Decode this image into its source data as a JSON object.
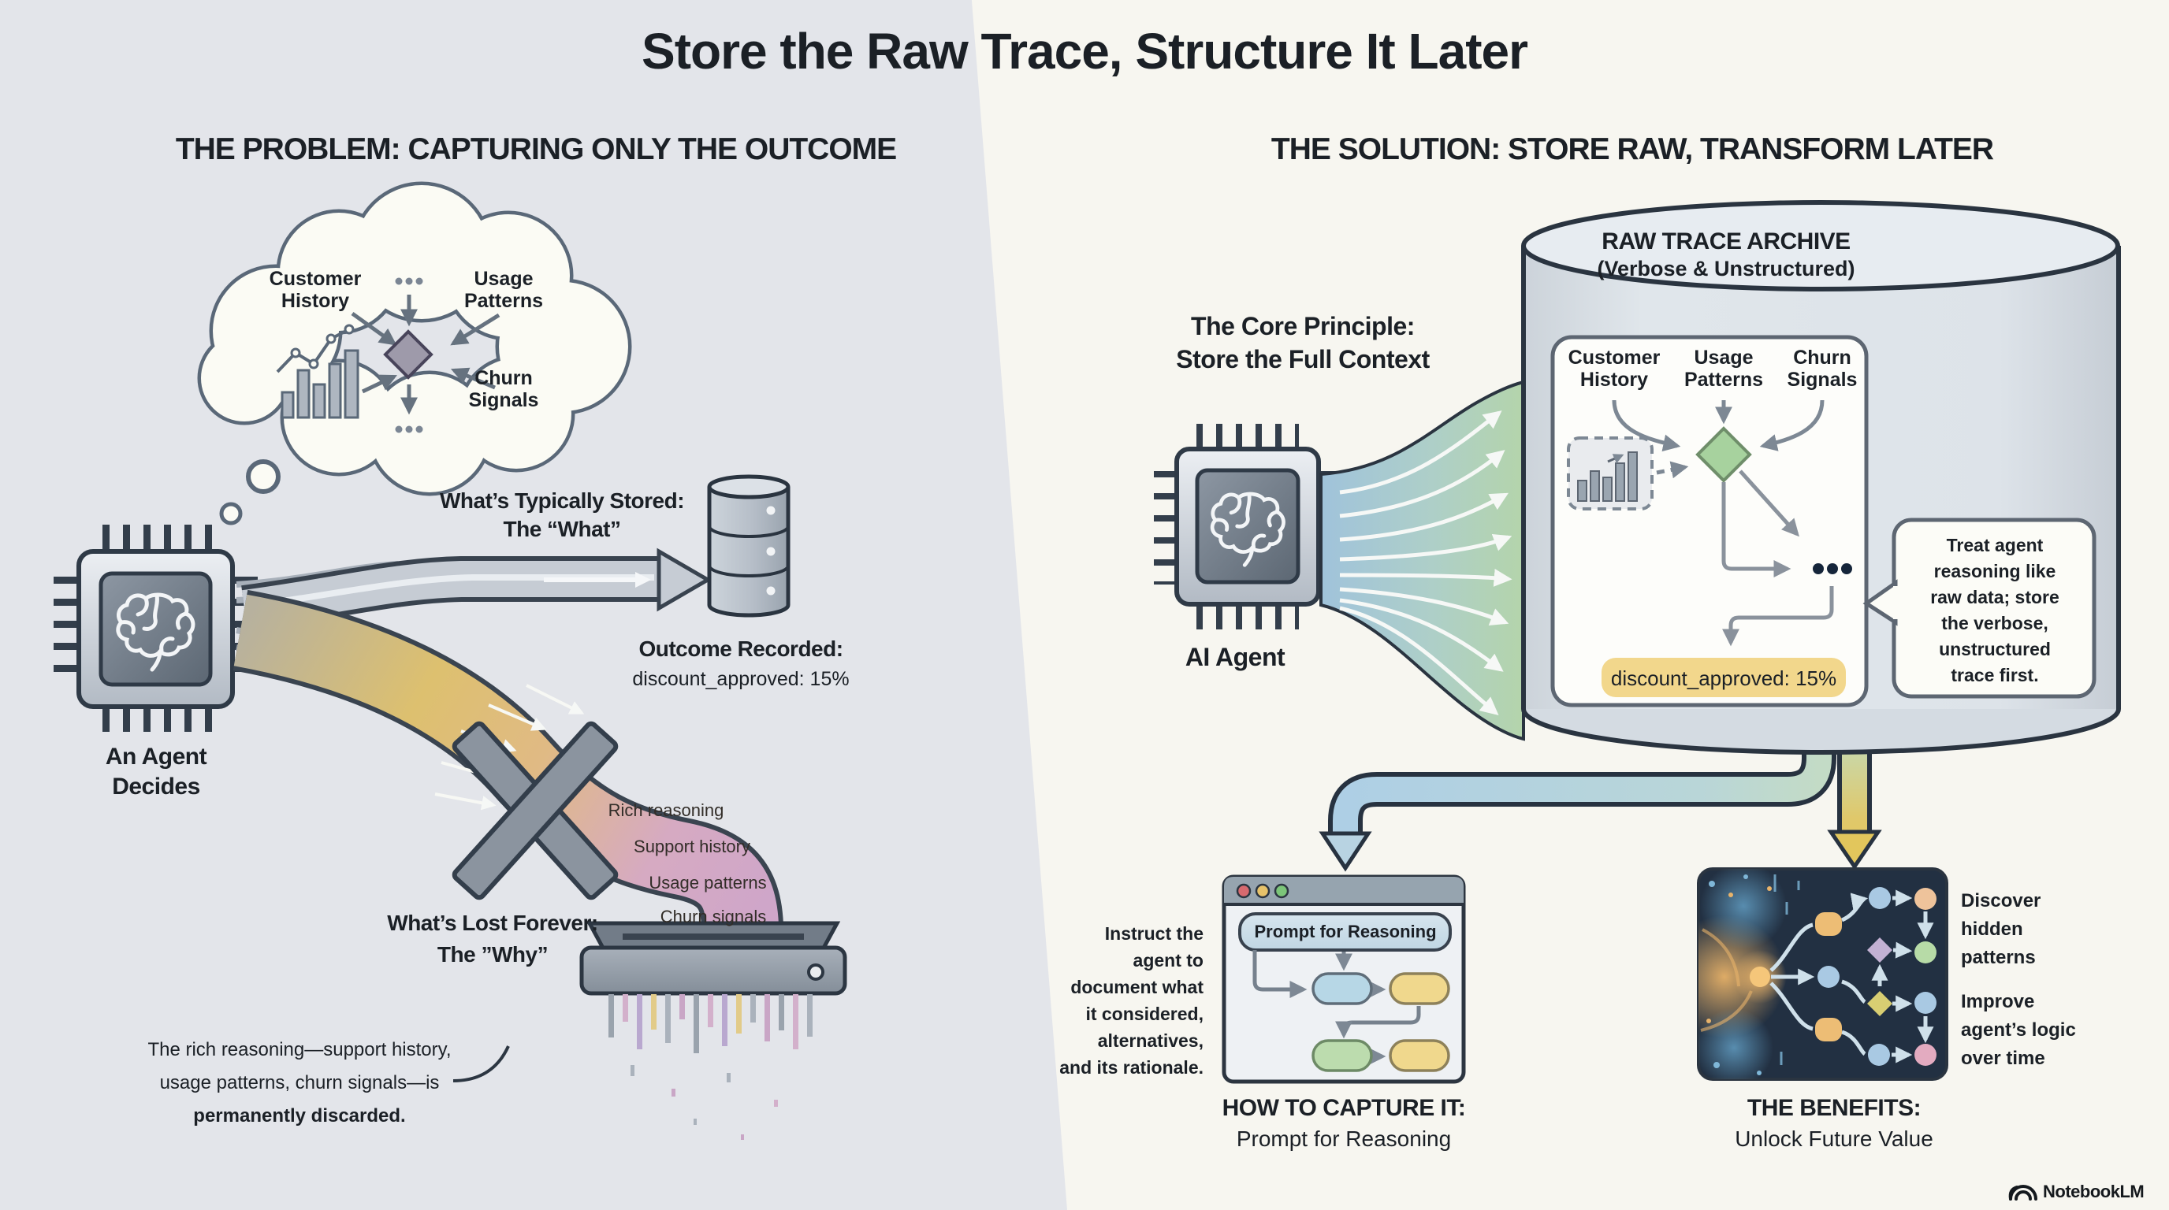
{
  "title": "Store the Raw Trace, Structure It Later",
  "brand": "NotebookLM",
  "problem": {
    "heading": "THE PROBLEM: CAPTURING ONLY THE OUTCOME",
    "cloud": {
      "label1": "Customer History",
      "label2": "Usage Patterns",
      "label3": "Churn Signals"
    },
    "agent_label": "An Agent Decides",
    "stored_title_line1": "What’s Typically Stored:",
    "stored_title_line2": "The “What”",
    "outcome_label": "Outcome Recorded:",
    "outcome_value": "discount_approved: 15%",
    "lost_title_line1": "What’s Lost Forever:",
    "lost_title_line2": "The ”Why”",
    "ribbon_items": [
      "Rich reasoning",
      "Support history",
      "Usage patterns",
      "Churn signals"
    ],
    "footnote_lines": [
      "The rich reasoning—support history,",
      "usage patterns, churn signals—is",
      "permanently discarded."
    ]
  },
  "solution": {
    "heading": "THE SOLUTION: STORE RAW, TRANSFORM LATER",
    "core_principle_line1": "The Core Principle:",
    "core_principle_line2": "Store the Full Context",
    "agent_label": "AI Agent",
    "archive": {
      "title": "RAW TRACE ARCHIVE",
      "subtitle": "(Verbose & Unstructured)",
      "col1": "Customer History",
      "col2": "Usage Patterns",
      "col3": "Churn Signals",
      "outcome_value": "discount_approved: 15%"
    },
    "bubble_lines": [
      "Treat agent",
      "reasoning like",
      "raw data; store",
      "the verbose,",
      "unstructured",
      "trace first."
    ],
    "capture": {
      "note_lines": [
        "Instruct the",
        "agent to",
        "document what",
        "it considered,",
        "alternatives,",
        "and its rationale."
      ],
      "window_button": "Prompt for Reasoning",
      "caption_title": "HOW TO CAPTURE IT:",
      "caption_sub": "Prompt for Reasoning"
    },
    "benefits": {
      "caption_title": "THE BENEFITS:",
      "caption_sub": "Unlock Future Value",
      "point1_lines": [
        "Discover",
        "hidden",
        "patterns"
      ],
      "point2_lines": [
        "Improve",
        "agent’s logic",
        "over time"
      ]
    }
  },
  "colors": {
    "highlight_yellow": "#F2D78C",
    "arrow_blue": "#B8D3E2",
    "arrow_yellow": "#E4C95F",
    "diamond_green": "#A7D29E"
  }
}
